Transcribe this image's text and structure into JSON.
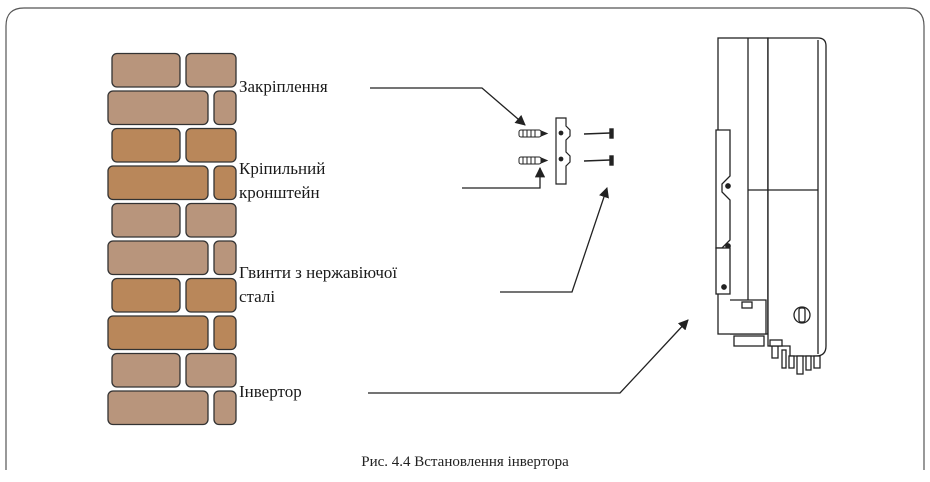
{
  "labels": {
    "anchor": "Закріплення",
    "bracket_line1": "Кріпильний",
    "bracket_line2": "кронштейн",
    "screws_line1": "Гвинти з нержавіючої",
    "screws_line2": "сталі",
    "inverter": "Інвертор"
  },
  "caption": "Рис. 4.4 Встановлення інвертора",
  "colors": {
    "brick_light": "#b8957c",
    "brick_dark": "#b9875a",
    "mortar": "#ffffff",
    "brick_outline": "#333333",
    "frame": "#555555",
    "line": "#222222"
  }
}
